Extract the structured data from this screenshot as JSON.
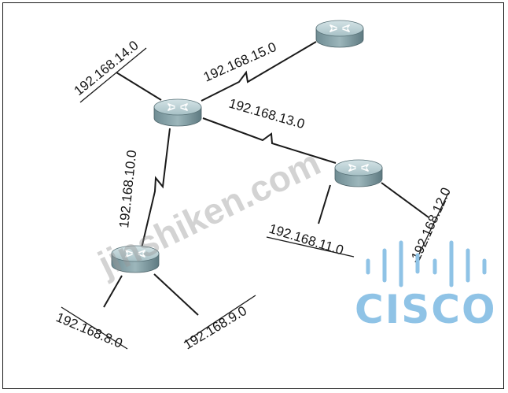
{
  "networks": {
    "n14": "192.168.14.0",
    "n15": "192.168.15.0",
    "n13": "192.168.13.0",
    "n10": "192.168.10.0",
    "n11": "192.168.11.0",
    "n12": "192.168.12.0",
    "n8": "192.168.8.0",
    "n9": "192.168.9.0"
  },
  "watermark": "jinshiken.com",
  "logo": {
    "word": "CISCO",
    "color": "#8fc3e6"
  },
  "colors": {
    "router_body": "#8aa6ad",
    "router_top": "#b9cfd3",
    "line": "#1a1a1a"
  }
}
